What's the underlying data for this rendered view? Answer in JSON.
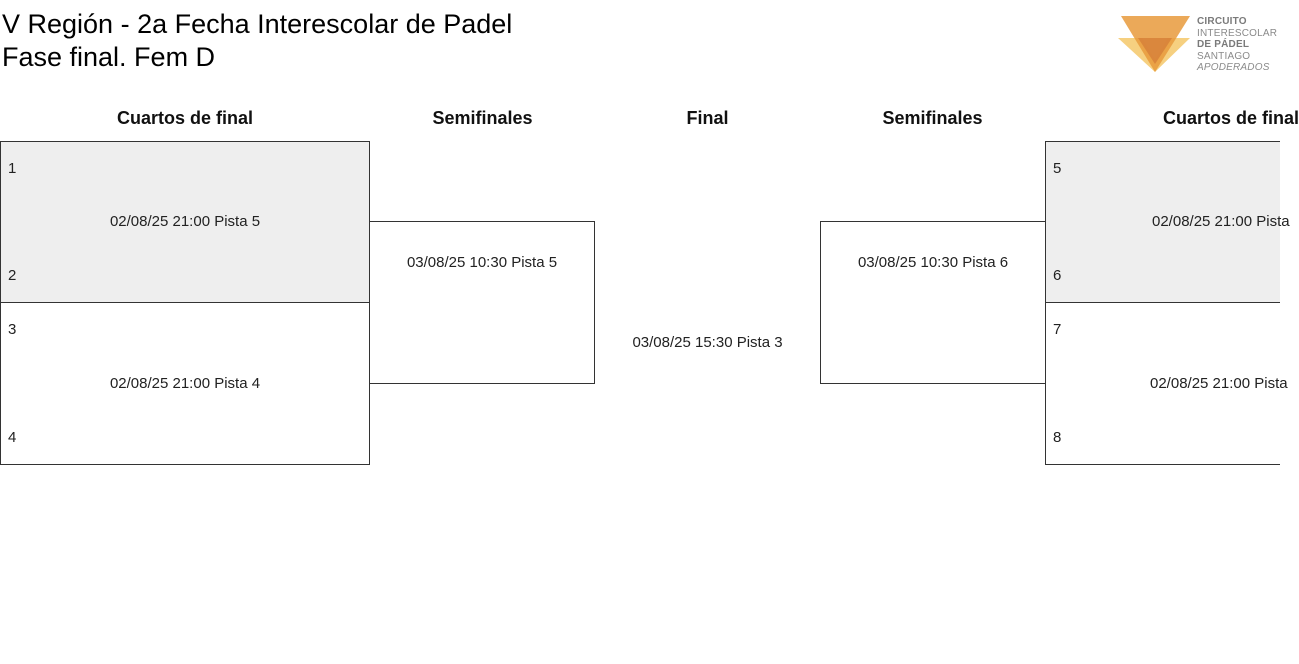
{
  "header": {
    "title_line1": "V Región - 2a Fecha Interescolar de Padel",
    "title_line2": "Fase final. Fem D"
  },
  "logo": {
    "line1": "CIRCUITO",
    "line2": "INTERESCOLAR",
    "line3": "DE PÁDEL",
    "line4": "SANTIAGO",
    "line5": "APODERADOS",
    "colors": {
      "light": "#f5c86a",
      "mid": "#e89a3c",
      "dark": "#d8833a"
    }
  },
  "rounds": {
    "left_quarter": "Cuartos de final",
    "left_semi": "Semifinales",
    "final": "Final",
    "right_semi": "Semifinales",
    "right_quarter": "Cuartos de final"
  },
  "left_quarter_matches": [
    {
      "top_seed": "1",
      "bottom_seed": "2",
      "info": "02/08/25 21:00 Pista 5"
    },
    {
      "top_seed": "3",
      "bottom_seed": "4",
      "info": "02/08/25 21:00 Pista 4"
    }
  ],
  "left_semi": {
    "info": "03/08/25 10:30 Pista 5"
  },
  "final": {
    "info": "03/08/25 15:30 Pista 3"
  },
  "right_semi": {
    "info": "03/08/25 10:30 Pista 6"
  },
  "right_quarter_matches": [
    {
      "top_seed": "5",
      "bottom_seed": "6",
      "info": "02/08/25 21:00 Pista"
    },
    {
      "top_seed": "7",
      "bottom_seed": "8",
      "info": "02/08/25 21:00 Pista"
    }
  ]
}
